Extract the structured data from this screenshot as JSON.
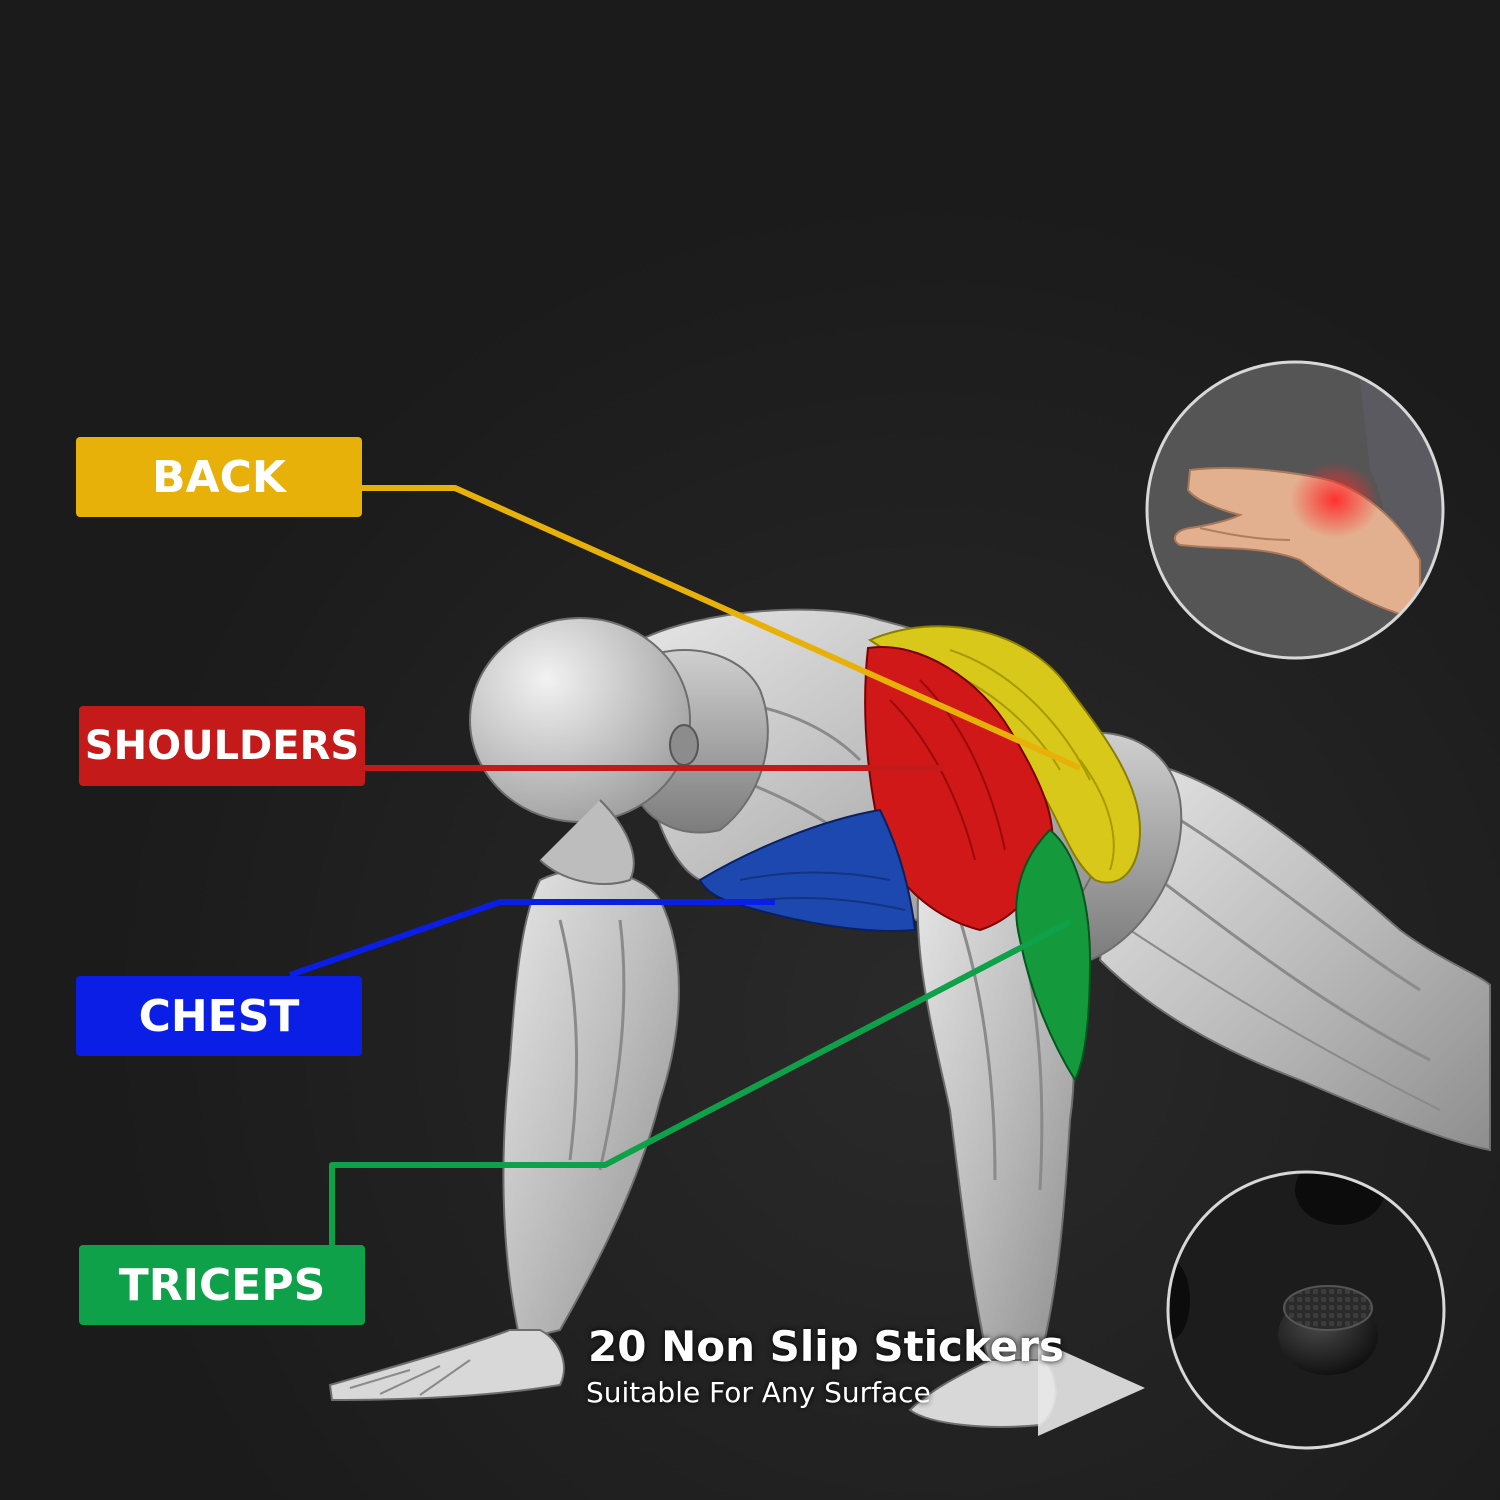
{
  "labels": {
    "back": "BACK",
    "shoulders": "SHOULDERS",
    "chest": "CHEST",
    "triceps": "TRICEPS"
  },
  "promo": {
    "title": "20 Non Slip Stickers",
    "subtitle": "Suitable For Any Surface"
  },
  "colors": {
    "background": "#1d1d1d",
    "back": "#e8b10a",
    "shoulders": "#c41a1a",
    "chest": "#0a1ee6",
    "triceps": "#0fa14a",
    "muscle_yellow": "#d8c81a",
    "muscle_red": "#d01818",
    "muscle_blue": "#1c48b0",
    "muscle_green": "#149a3c"
  },
  "icons": {
    "wrist_pain_photo": "wrist-pain-icon",
    "non_slip_foot_photo": "rubber-foot-icon",
    "arrow": "play-arrow-icon"
  }
}
